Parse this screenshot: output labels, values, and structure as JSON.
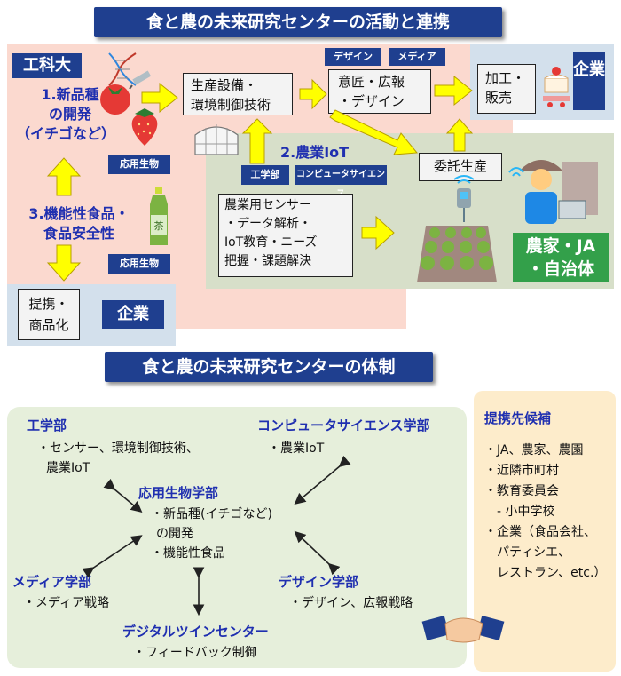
{
  "top": {
    "title": "食と農の未来研究センターの活動と連携",
    "univ_tag": "工科大",
    "item1": [
      "1.新品種",
      "の開発",
      "（イチゴなど）"
    ],
    "item3": [
      "3.機能性食品・",
      "食品安全性"
    ],
    "item2": "2.農業IoT",
    "label_applied_bio": "応用生物",
    "label_eng": "工学部",
    "label_cs": "コンピュータサイエンス",
    "label_design": "デザイン",
    "label_media": "メディア",
    "box_production": [
      "生産設備・",
      "環境制御技術"
    ],
    "box_design": [
      "意匠・広報",
      "・デザイン"
    ],
    "box_processing": [
      "加工・",
      "販売"
    ],
    "box_contract": "委託生産",
    "box_sensor": [
      "農業用センサー",
      "・データ解析・",
      "IoT教育・ニーズ",
      "把握・課題解決"
    ],
    "box_commercial": [
      "提携・",
      "商品化"
    ],
    "company": "企業",
    "farmer": [
      "農家・JA",
      "・自治体"
    ]
  },
  "bottom": {
    "title": "食と農の未来研究センターの体制",
    "eng": {
      "name": "工学部",
      "items": [
        "・センサー、環境制御技術、",
        "農業IoT"
      ]
    },
    "cs": {
      "name": "コンピュータサイエンス学部",
      "items": [
        "・農業IoT"
      ]
    },
    "bio": {
      "name": "応用生物学部",
      "items": [
        "・新品種(イチゴなど)",
        "の開発",
        "・機能性食品"
      ]
    },
    "media": {
      "name": "メディア学部",
      "items": [
        "・メディア戦略"
      ]
    },
    "design": {
      "name": "デザイン学部",
      "items": [
        "・デザイン、広報戦略"
      ]
    },
    "digital": {
      "name": "デジタルツインセンター",
      "items": [
        "・フィードバック制御"
      ]
    },
    "partners": {
      "title": "提携先候補",
      "items": [
        "・JA、農家、農園",
        "・近隣市町村",
        "・教育委員会",
        "- 小中学校",
        "・企業（食品会社、",
        "パティシエ、",
        "レストラン、etc.）"
      ]
    }
  },
  "colors": {
    "navy": "#1f3f8f",
    "blue_text": "#1f2fb0",
    "arrow_yellow": "#ffff00",
    "green": "#33a04a"
  }
}
